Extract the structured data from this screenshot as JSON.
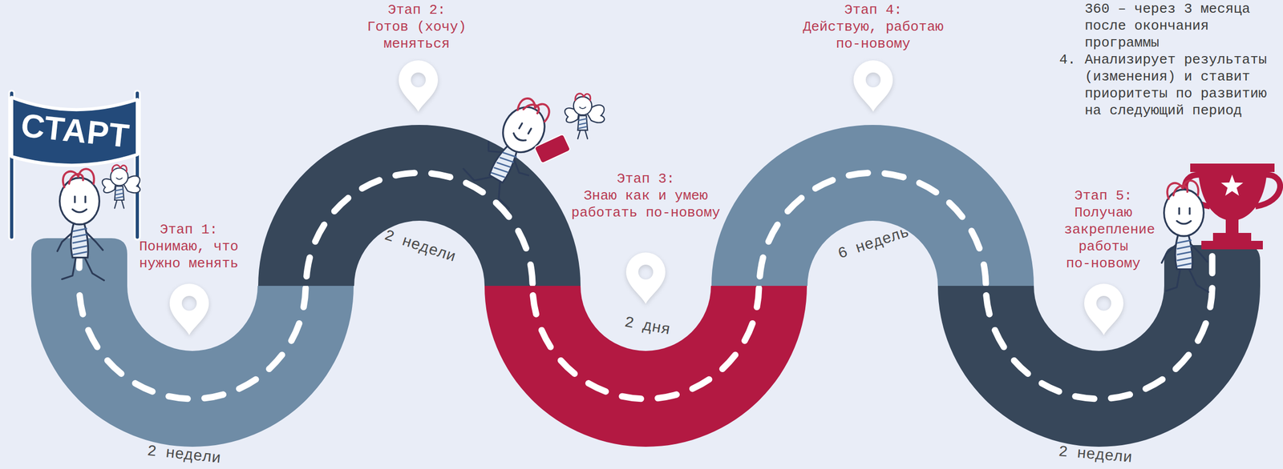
{
  "diagram": {
    "nodes": [
      {
        "text": [
          "Этап 1:",
          "Понимаю, что нужно менять",
          "2 недели"
        ]
      },
      {
        "text": [
          "Этап 2:",
          "Готов (хочу) меняться",
          "2 недели"
        ]
      },
      {
        "text": [
          "Этап 3:",
          "Знаю как и умею работать по-новому",
          "2 дня"
        ]
      },
      {
        "text": [
          "Этап 4:",
          "Действую, работаю по-новому",
          "6 недель"
        ]
      },
      {
        "text": [
          "Этап 5:",
          "Получаю закрепление работы по-новому",
          "2 недели"
        ]
      }
    ],
    "labels": [
      "СТАРТ",
      "360 – через 3 месяца после окончания программы",
      "4.",
      "Анализирует результаты (изменения) и ставит приоритеты по развитию на следующий период"
    ]
  }
}
